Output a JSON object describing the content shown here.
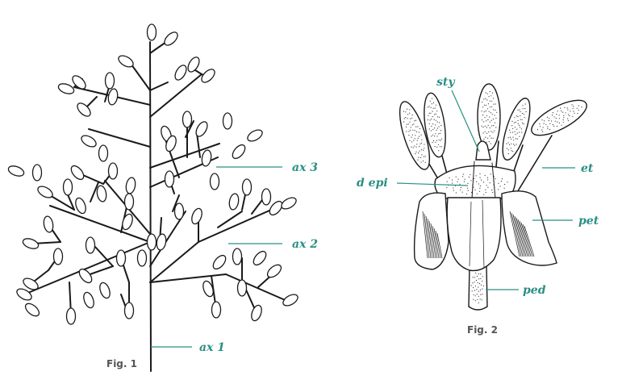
{
  "figures": [
    {
      "caption": "Fig. 1",
      "labels": [
        {
          "id": "ax3",
          "text": "ax 3"
        },
        {
          "id": "ax2",
          "text": "ax 2"
        },
        {
          "id": "ax1",
          "text": "ax 1"
        }
      ]
    },
    {
      "caption": "Fig. 2",
      "labels": [
        {
          "id": "sty",
          "text": "sty"
        },
        {
          "id": "depi",
          "text": "d epi"
        },
        {
          "id": "et",
          "text": "et"
        },
        {
          "id": "pet",
          "text": "pet"
        },
        {
          "id": "ped",
          "text": "ped"
        }
      ]
    }
  ],
  "colors": {
    "label": "#2a8f84",
    "ink": "#1a1a1a",
    "caption": "#555555"
  }
}
